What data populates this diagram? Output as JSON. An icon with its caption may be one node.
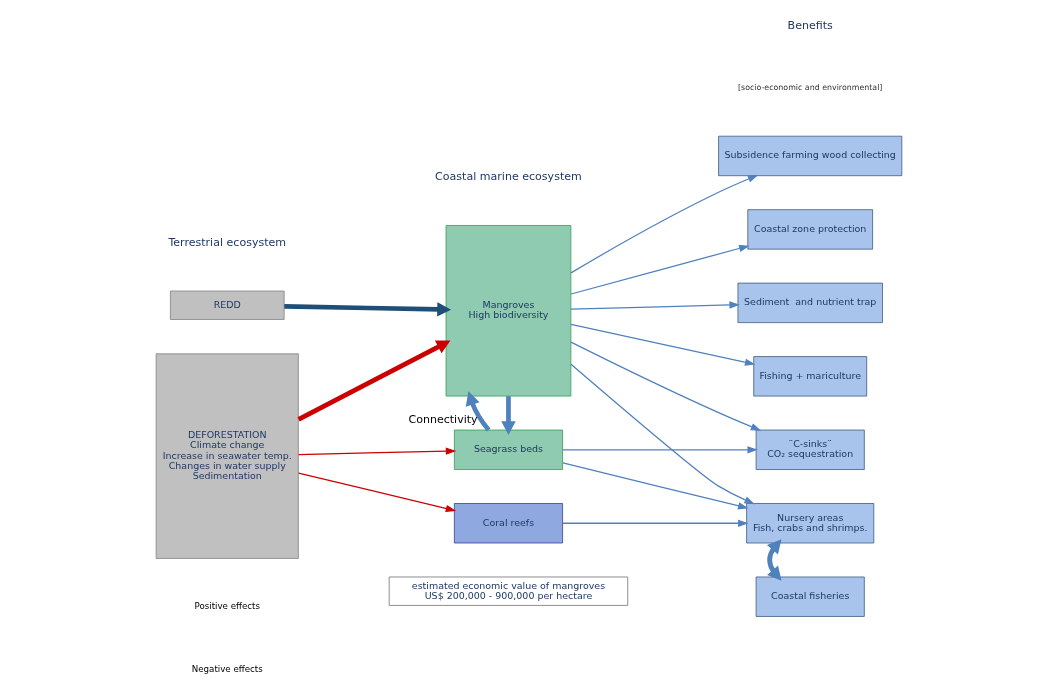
{
  "diagram": {
    "nodes": [
      {
        "text": [
          "REDD"
        ]
      },
      {
        "text": [
          "DEFORESTATION",
          "Climate change",
          "Increase in seawater temp.",
          "Changes in water supply",
          "Sedimentation"
        ]
      },
      {
        "text": [
          "Mangroves",
          "High biodiversity"
        ]
      },
      {
        "text": [
          "Seagrass beds"
        ]
      },
      {
        "text": [
          "Coral reefs"
        ]
      },
      {
        "text": [
          "Subsidence farming wood collecting"
        ]
      },
      {
        "text": [
          "Coastal zone protection"
        ]
      },
      {
        "text": [
          "Sediment  and nutrient trap"
        ]
      },
      {
        "text": [
          "Fishing + mariculture"
        ]
      },
      {
        "text": [
          "¨C-sinks¨",
          "CO₂ sequestration"
        ]
      },
      {
        "text": [
          "Nursery areas",
          "Fish, crabs and shrimps."
        ]
      },
      {
        "text": [
          "Coastal fisheries"
        ]
      },
      {
        "text": [
          "estimated economic value of mangroves",
          "US$ 200,000 - 900,000 per hectare"
        ]
      }
    ],
    "edges": [
      {
        "from": 0,
        "to": 2,
        "arrow": "to",
        "style": "thick",
        "color": "#1f4e79"
      },
      {
        "from": 1,
        "to": 2,
        "arrow": "to",
        "style": "thick",
        "color": "#cc0000"
      },
      {
        "from": 1,
        "to": 3,
        "arrow": "to",
        "color": "#cc0000"
      },
      {
        "from": 1,
        "to": 4,
        "arrow": "to",
        "color": "#cc0000"
      },
      {
        "from": 2,
        "to": 3,
        "arrow": "to",
        "style": "thick"
      },
      {
        "from": 3,
        "to": 2,
        "arrow": "to",
        "style": "thick",
        "label": "Connectivity"
      },
      {
        "from": 2,
        "to": 5,
        "arrow": "to"
      },
      {
        "from": 2,
        "to": 6,
        "arrow": "to"
      },
      {
        "from": 2,
        "to": 7,
        "arrow": "to"
      },
      {
        "from": 2,
        "to": 8,
        "arrow": "to"
      },
      {
        "from": 2,
        "to": 9,
        "arrow": "to"
      },
      {
        "from": 2,
        "to": 10,
        "arrow": "to"
      },
      {
        "from": 3,
        "to": 9,
        "arrow": "to"
      },
      {
        "from": 3,
        "to": 10,
        "arrow": "to"
      },
      {
        "from": 4,
        "to": 10,
        "arrow": "to"
      },
      {
        "from": 10,
        "to": 11,
        "arrow": "both",
        "style": "thick"
      }
    ],
    "labels": [
      "Terrestrial ecosystem",
      "Coastal marine ecosystem",
      "Benefits",
      "[socio-economic and environmental]"
    ],
    "legend": [
      {
        "text": "Positive effects"
      },
      {
        "text": "Negative effects"
      }
    ]
  }
}
